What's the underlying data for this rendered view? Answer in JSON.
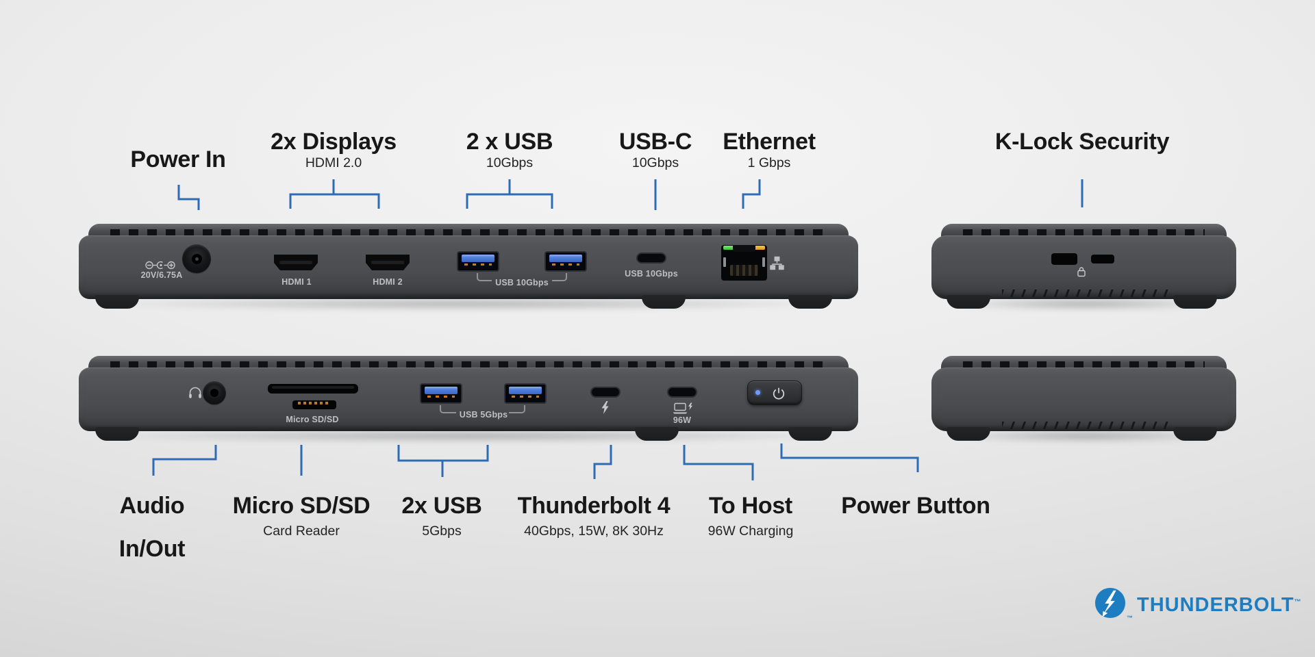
{
  "colors": {
    "callout_blue": "#2d6cb4",
    "title_black": "#181818",
    "logo_blue": "#1e7cc0",
    "led_green": "#43d240",
    "led_amber": "#eaa728",
    "usb_tab_blue": "#3f6cd1"
  },
  "top_row": {
    "labels": [
      {
        "title": "Power In"
      },
      {
        "title": "2x Displays",
        "subtitle": "HDMI 2.0"
      },
      {
        "title": "2 x USB",
        "subtitle": "10Gbps"
      },
      {
        "title": "USB-C",
        "subtitle": "10Gbps"
      },
      {
        "title": "Ethernet",
        "subtitle": "1 Gbps"
      },
      {
        "title": "K-Lock Security"
      }
    ],
    "dock_back_ports": {
      "power_rating": "20V/6.75A",
      "hdmi1": "HDMI 1",
      "hdmi2": "HDMI 2",
      "usb_pair_label": "USB 10Gbps",
      "usbc_label": "USB 10Gbps"
    }
  },
  "bottom_row": {
    "labels": [
      {
        "title": "Audio",
        "title_line2": "In/Out"
      },
      {
        "title": "Micro SD/SD",
        "subtitle": "Card Reader"
      },
      {
        "title": "2x USB",
        "subtitle": "5Gbps"
      },
      {
        "title": "Thunderbolt 4",
        "subtitle": "40Gbps, 15W, 8K 30Hz"
      },
      {
        "title": "To Host",
        "subtitle": "96W Charging"
      },
      {
        "title": "Power Button"
      }
    ],
    "dock_front_ports": {
      "card_reader_label": "Micro SD/SD",
      "usb_pair_label": "USB 5Gbps",
      "host_watts": "96W"
    }
  },
  "logo": {
    "text": "THUNDERBOLT",
    "trademark": "™"
  }
}
